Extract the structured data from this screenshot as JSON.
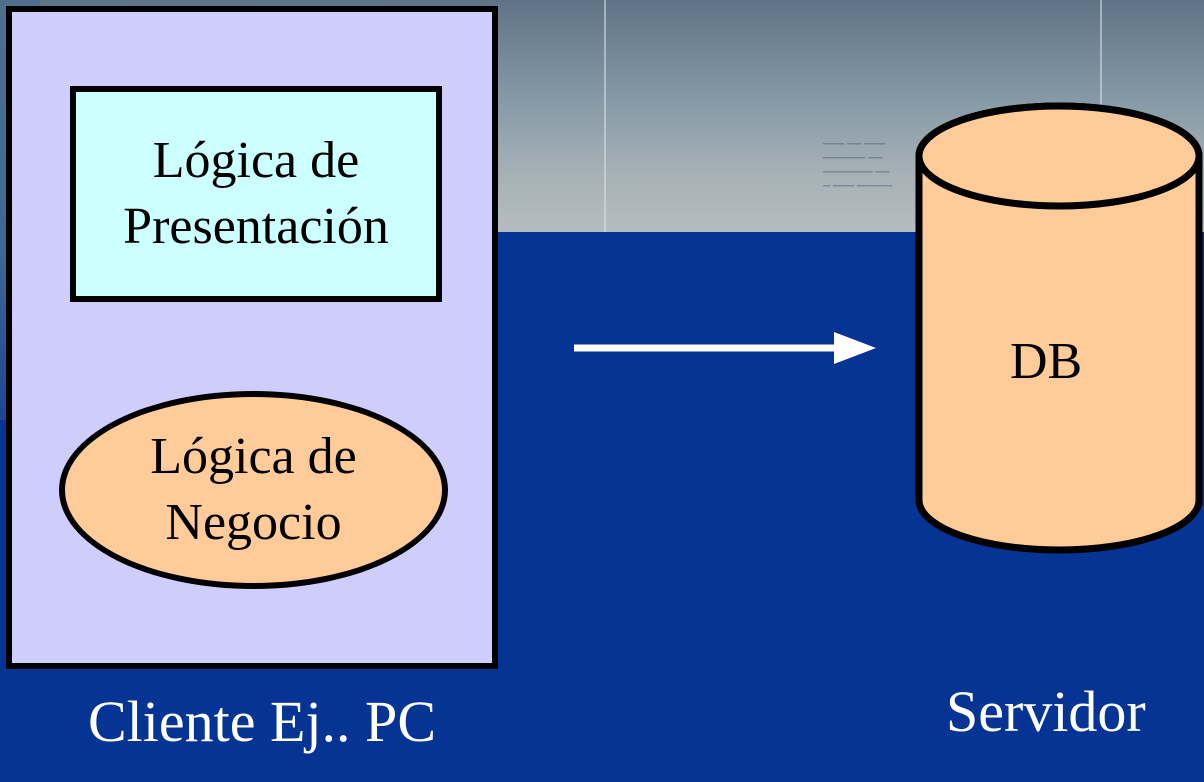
{
  "colors": {
    "background": "#063495",
    "client_fill": "#cfcdfc",
    "presentation_fill": "#ccffff",
    "business_fill": "#ffcc99",
    "db_fill": "#ffcc99",
    "label_text": "#ffffff"
  },
  "client": {
    "presentation_line1": "Lógica de",
    "presentation_line2": "Presentación",
    "business_line1": "Lógica de",
    "business_line2": "Negocio",
    "label": "Cliente Ej.. PC"
  },
  "server": {
    "db_label": "DB",
    "label": "Servidor"
  }
}
